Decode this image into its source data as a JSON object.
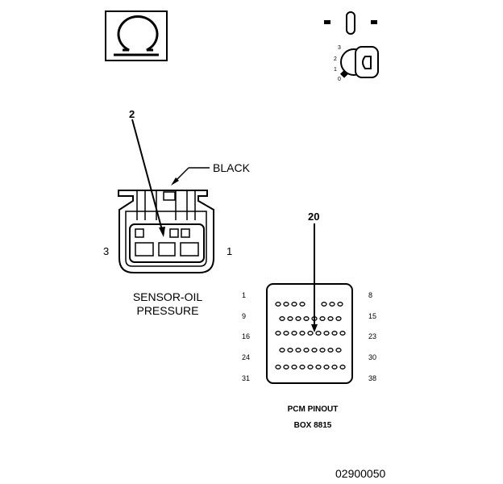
{
  "ohm_meter": {
    "icon": "ohm-icon"
  },
  "ignition": {
    "icon": "ignition-key-icon",
    "positions": [
      "3",
      "2",
      "1",
      "0"
    ]
  },
  "sensor": {
    "pin_label": "2",
    "color_label": "BLACK",
    "left_terminal": "3",
    "right_terminal": "1",
    "title_line1": "SENSOR-OIL",
    "title_line2": "PRESSURE"
  },
  "pcm": {
    "pin_label": "20",
    "row_labels_left": [
      "1",
      "9",
      "16",
      "24",
      "31"
    ],
    "row_labels_right": [
      "8",
      "15",
      "23",
      "30",
      "38"
    ],
    "title_line1": "PCM PINOUT",
    "title_line2": "BOX 8815"
  },
  "figure_id": "02900050"
}
